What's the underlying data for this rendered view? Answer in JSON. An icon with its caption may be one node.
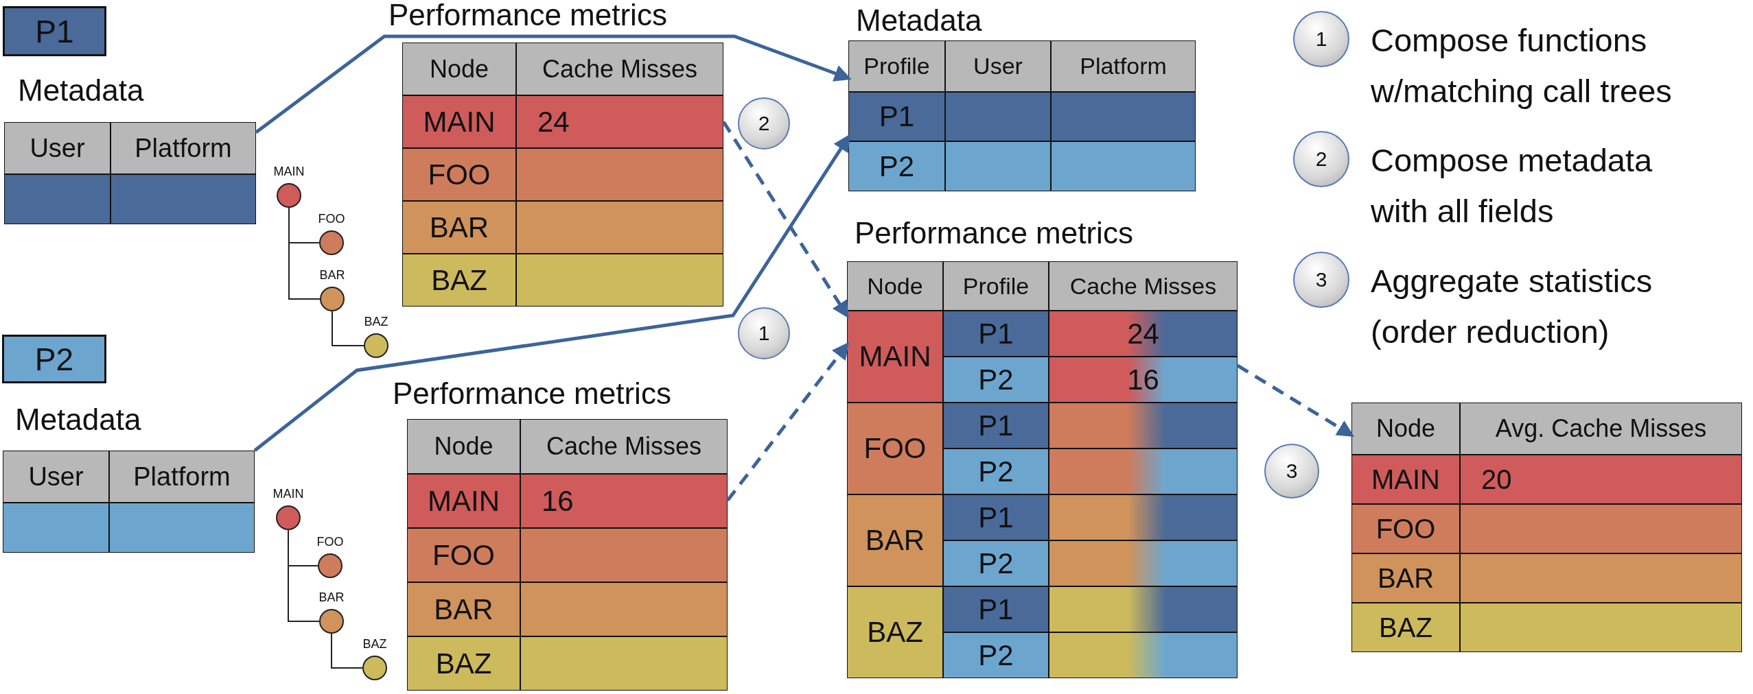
{
  "diagram": {
    "nodes": [
      {
        "text": [
          "P1"
        ]
      },
      {
        "text": [
          "Metadata",
          "User",
          "Platform"
        ]
      },
      {
        "text": [
          "MAIN"
        ]
      },
      {
        "text": [
          "FOO"
        ]
      },
      {
        "text": [
          "BAR"
        ]
      },
      {
        "text": [
          "BAZ"
        ]
      },
      {
        "text": [
          "Performance metrics",
          "Node",
          "Cache Misses",
          "MAIN",
          "24",
          "FOO",
          "BAR",
          "BAZ"
        ]
      },
      {
        "text": [
          "P2"
        ]
      },
      {
        "text": [
          "Metadata",
          "User",
          "Platform"
        ]
      },
      {
        "text": [
          "MAIN"
        ]
      },
      {
        "text": [
          "FOO"
        ]
      },
      {
        "text": [
          "BAR"
        ]
      },
      {
        "text": [
          "BAZ"
        ]
      },
      {
        "text": [
          "Performance metrics",
          "Node",
          "Cache Misses",
          "MAIN",
          "16",
          "FOO",
          "BAR",
          "BAZ"
        ]
      },
      {
        "text": [
          "2"
        ]
      },
      {
        "text": [
          "1"
        ]
      },
      {
        "text": [
          "Metadata",
          "Profile",
          "User",
          "Platform",
          "P1",
          "P2"
        ]
      },
      {
        "text": [
          "Performance metrics",
          "Node",
          "Profile",
          "Cache Misses",
          "MAIN",
          "P1",
          "24",
          "P2",
          "16",
          "FOO",
          "P1",
          "P2",
          "BAR",
          "P1",
          "P2",
          "BAZ",
          "P1",
          "P2"
        ]
      },
      {
        "text": [
          "3"
        ]
      },
      {
        "text": [
          "1"
        ],
        "beside": [
          "Compose functions w/matching call trees"
        ]
      },
      {
        "text": [
          "2"
        ],
        "beside": [
          "Compose metadata with all fields"
        ]
      },
      {
        "text": [
          "3"
        ],
        "beside": [
          "Aggregate statistics (order reduction)"
        ]
      },
      {
        "text": [
          "Node",
          "Avg. Cache Misses",
          "MAIN",
          "20",
          "FOO",
          "BAR",
          "BAZ"
        ]
      }
    ],
    "edges": [
      {
        "from": 1,
        "to": 16,
        "arrow": "to",
        "color": "#3c6499"
      },
      {
        "from": 8,
        "to": 16,
        "arrow": "to",
        "color": "#3c6499"
      },
      {
        "from": 6,
        "to": 17,
        "arrow": "to",
        "style": "dashed",
        "color": "#3c6499"
      },
      {
        "from": 13,
        "to": 17,
        "arrow": "to",
        "style": "dashed",
        "color": "#3c6499"
      },
      {
        "from": 17,
        "to": 22,
        "arrow": "to",
        "style": "dashed",
        "color": "#3c6499"
      },
      {
        "from": 2,
        "to": 3,
        "arrow": "none"
      },
      {
        "from": 2,
        "to": 4,
        "arrow": "none"
      },
      {
        "from": 4,
        "to": 5,
        "arrow": "none"
      },
      {
        "from": 9,
        "to": 10,
        "arrow": "none"
      },
      {
        "from": 9,
        "to": 11,
        "arrow": "none"
      },
      {
        "from": 11,
        "to": 12,
        "arrow": "none"
      }
    ]
  }
}
